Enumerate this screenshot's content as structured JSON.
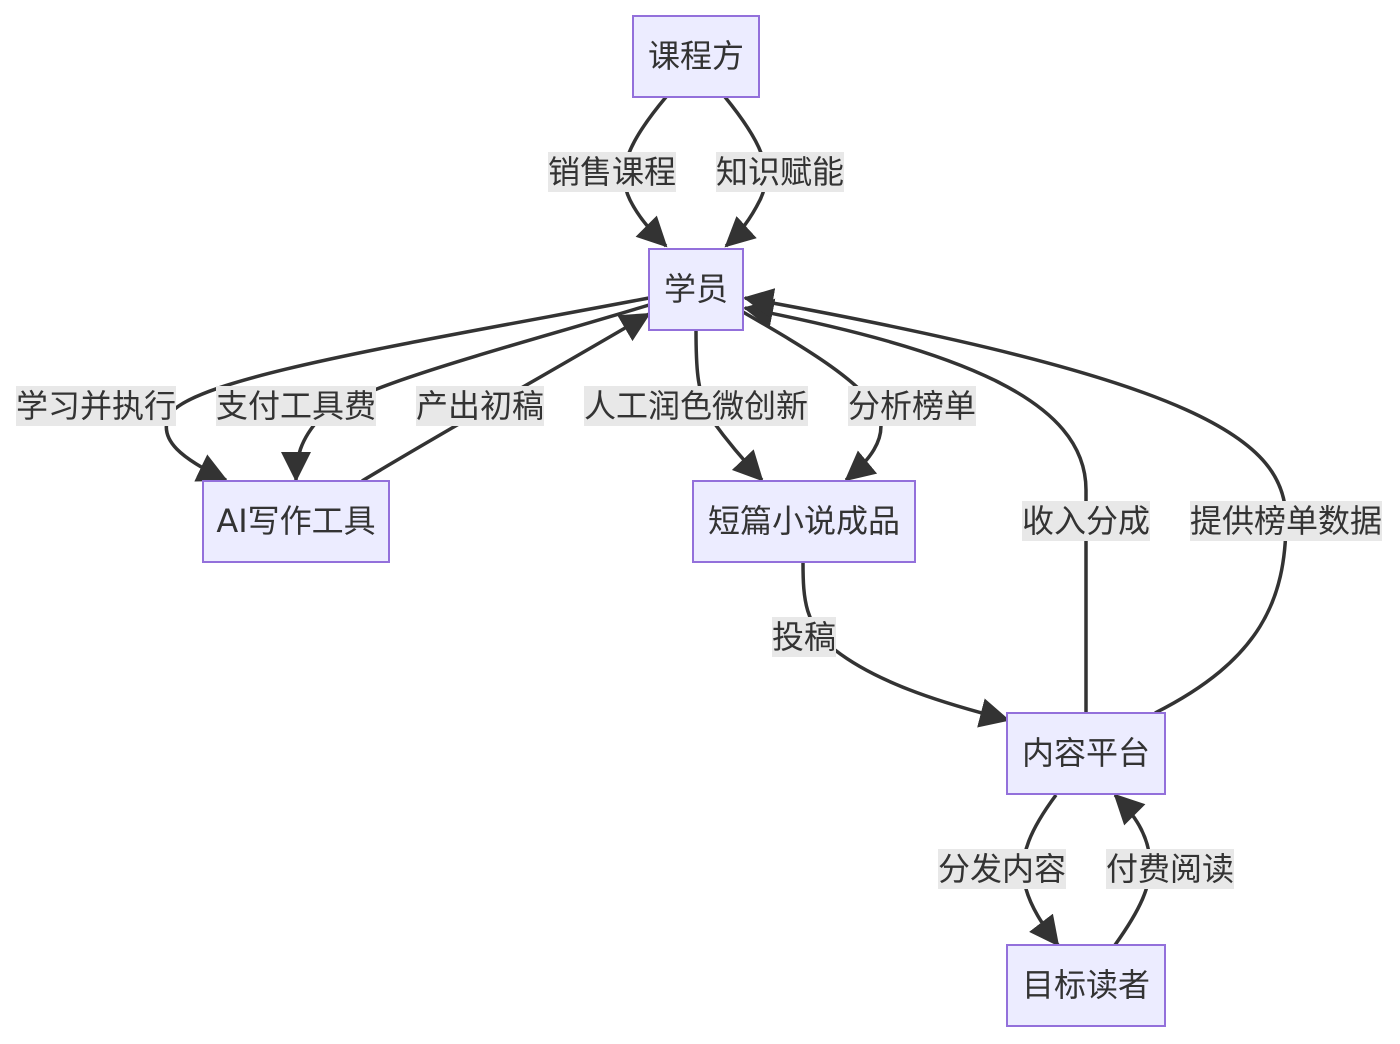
{
  "nodes": {
    "course_provider": "课程方",
    "student": "学员",
    "ai_tool": "AI写作工具",
    "story": "短篇小说成品",
    "platform": "内容平台",
    "reader": "目标读者"
  },
  "edges": {
    "sell_course": "销售课程",
    "knowledge": "知识赋能",
    "learn_execute": "学习并执行",
    "pay_tool": "支付工具费",
    "draft": "产出初稿",
    "polish": "人工润色微创新",
    "analyze": "分析榜单",
    "submit": "投稿",
    "revenue": "收入分成",
    "rank_data": "提供榜单数据",
    "distribute": "分发内容",
    "paid_read": "付费阅读"
  }
}
